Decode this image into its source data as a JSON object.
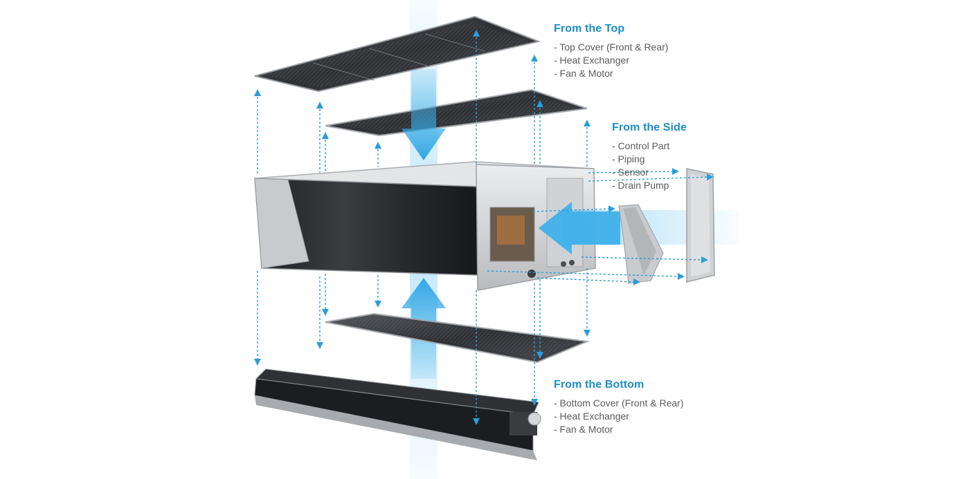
{
  "callouts": {
    "top": {
      "title": "From the Top",
      "items": [
        "- Top Cover (Front & Rear)",
        "- Heat Exchanger",
        "- Fan & Motor"
      ]
    },
    "side": {
      "title": "From the Side",
      "items": [
        "- Control Part",
        "- Piping",
        "- Sensor",
        "- Drain Pump"
      ]
    },
    "bottom": {
      "title": "From the Bottom",
      "items": [
        "- Bottom Cover (Front & Rear)",
        "- Heat Exchanger",
        "- Fan & Motor"
      ]
    }
  },
  "colors": {
    "accent": "#1a8dc7",
    "flow": "#4fb8ec",
    "panel_dark": "#3a3c40",
    "unit_body": "#d9dadc",
    "text": "#5a5a5a"
  },
  "icons": {
    "down_flow": "down-flow-arrow-icon",
    "up_flow": "up-flow-arrow-icon",
    "side_flow": "left-flow-arrow-icon",
    "guide": "dashed-guide-arrow-icon"
  }
}
